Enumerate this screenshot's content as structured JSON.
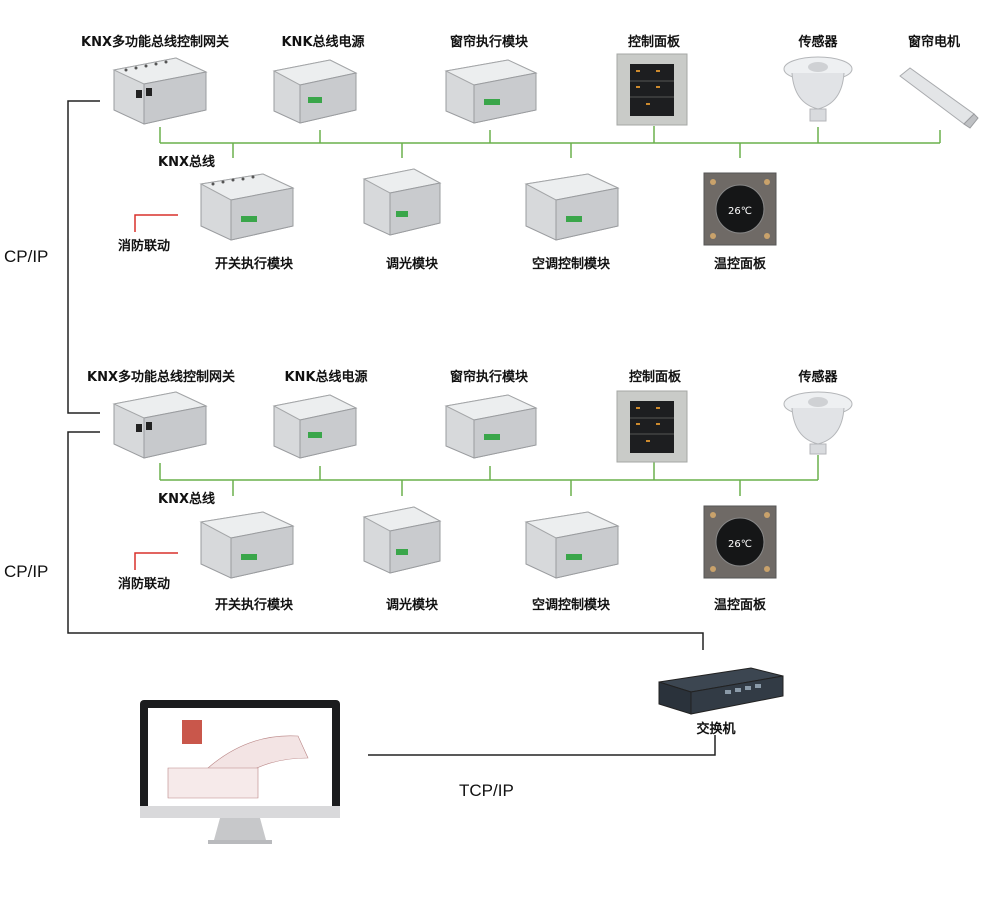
{
  "colors": {
    "bus_line": "#6ab04c",
    "fire_line": "#d9302c",
    "tcp_line": "#222222",
    "module_body": "#e6e7e9",
    "panel_bg": "#c9cbc8",
    "thermo_frame": "#6f6a66"
  },
  "segment1": {
    "gateway_label": "KNX多功能总线控制网关",
    "power_label": "KNK总线电源",
    "curtain_module_label": "窗帘执行模块",
    "control_panel_label": "控制面板",
    "sensor_label": "传感器",
    "curtain_motor_label": "窗帘电机",
    "bus_label": "KNX总线",
    "fire_label": "消防联动",
    "switch_module_label": "开关执行模块",
    "dimming_module_label": "调光模块",
    "ac_module_label": "空调控制模块",
    "thermostat_label": "温控面板",
    "thermostat_temp": "26℃"
  },
  "segment2": {
    "gateway_label": "KNX多功能总线控制网关",
    "power_label": "KNK总线电源",
    "curtain_module_label": "窗帘执行模块",
    "control_panel_label": "控制面板",
    "sensor_label": "传感器",
    "bus_label": "KNX总线",
    "fire_label": "消防联动",
    "switch_module_label": "开关执行模块",
    "dimming_module_label": "调光模块",
    "ac_module_label": "空调控制模块",
    "thermostat_label": "温控面板",
    "thermostat_temp": "26℃"
  },
  "network": {
    "cp_ip_label_1": "CP/IP",
    "cp_ip_label_2": "CP/IP",
    "switch_label": "交换机",
    "tcp_ip_label": "TCP/IP"
  },
  "icons": [
    "din-rail-module",
    "control-panel",
    "ceiling-sensor",
    "curtain-motor",
    "thermostat",
    "network-switch",
    "computer-monitor"
  ]
}
